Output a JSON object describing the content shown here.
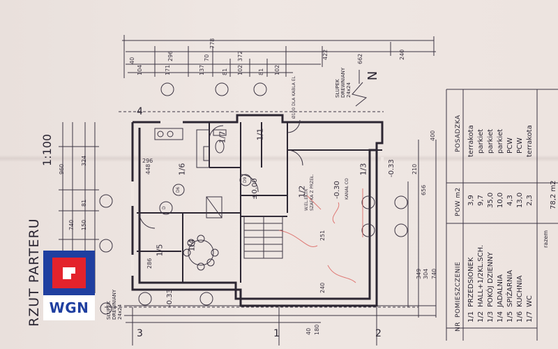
{
  "plan": {
    "title": "RZUT PARTERU",
    "scale": "1:100",
    "slupek_left": [
      "SŁUPEK",
      "DREWNIANY",
      "24x24"
    ],
    "slupek_right": [
      "SŁUPEK",
      "DREWNIANY",
      "24x24"
    ],
    "rooms": [
      {
        "id": "1/6",
        "label": "1/6"
      },
      {
        "id": "1/5",
        "label": "1/5"
      },
      {
        "id": "1/4",
        "label": "1/4"
      },
      {
        "id": "1/7",
        "label": "1/7"
      },
      {
        "id": "1/1",
        "label": "1/1"
      },
      {
        "id": "1/2",
        "label": "1/2"
      },
      {
        "id": "1/3",
        "label": "1/3"
      }
    ],
    "levels": [
      "±0.00",
      "-0.30",
      "-0.33",
      "-0.33"
    ],
    "notes": [
      "KANAŁ CO",
      "W.EL.EKTR",
      "SZAFKA Z PRZEŁ.",
      "Ø100 DLA KABLA EL",
      "D",
      "D6",
      "D9"
    ],
    "axis_marks": [
      "1",
      "2",
      "3",
      "4",
      "N"
    ],
    "top_dims": [
      "778",
      "40",
      "296",
      "70",
      "372",
      "422",
      "240",
      "104",
      "171",
      "137",
      "81",
      "102",
      "81",
      "102",
      "662"
    ],
    "left_dims": [
      "960",
      "740",
      "324",
      "150",
      "81",
      "448",
      "296",
      "286"
    ],
    "bottom_dims": [
      "349",
      "304",
      "240",
      "740",
      "251",
      "210",
      "656",
      "400",
      "180",
      "40"
    ]
  },
  "table": {
    "headers": {
      "nr": "NR",
      "pomieszczenie": "POMIESZCZENIE",
      "pow": "POW m2",
      "posadzka": "POSADZKA"
    },
    "rows": [
      {
        "nr": "1/1",
        "name": "PRZEDSIONEK",
        "area": "3,9",
        "floor": "terrakota"
      },
      {
        "nr": "1/2",
        "name": "HALL+1/2KL.SCH.",
        "area": "9,7",
        "floor": "parkiet"
      },
      {
        "nr": "1/3",
        "name": "POKÓJ DZIENNY",
        "area": "35,0",
        "floor": "parkiet"
      },
      {
        "nr": "1/4",
        "name": "JADALNIA",
        "area": "10,0",
        "floor": "parkiet"
      },
      {
        "nr": "1/5",
        "name": "SPIŻARNIA",
        "area": "4,3",
        "floor": "PCW"
      },
      {
        "nr": "1/6",
        "name": "KUCHNIA",
        "area": "13,0",
        "floor": "PCW"
      },
      {
        "nr": "1/7",
        "name": "WC",
        "area": "2,3",
        "floor": "terrakota"
      }
    ],
    "total_label": "razem",
    "total_value": "78,2 m2"
  },
  "logo": {
    "text": "WGN",
    "color_blue": "#1f3fa0",
    "color_red": "#e3232c"
  }
}
